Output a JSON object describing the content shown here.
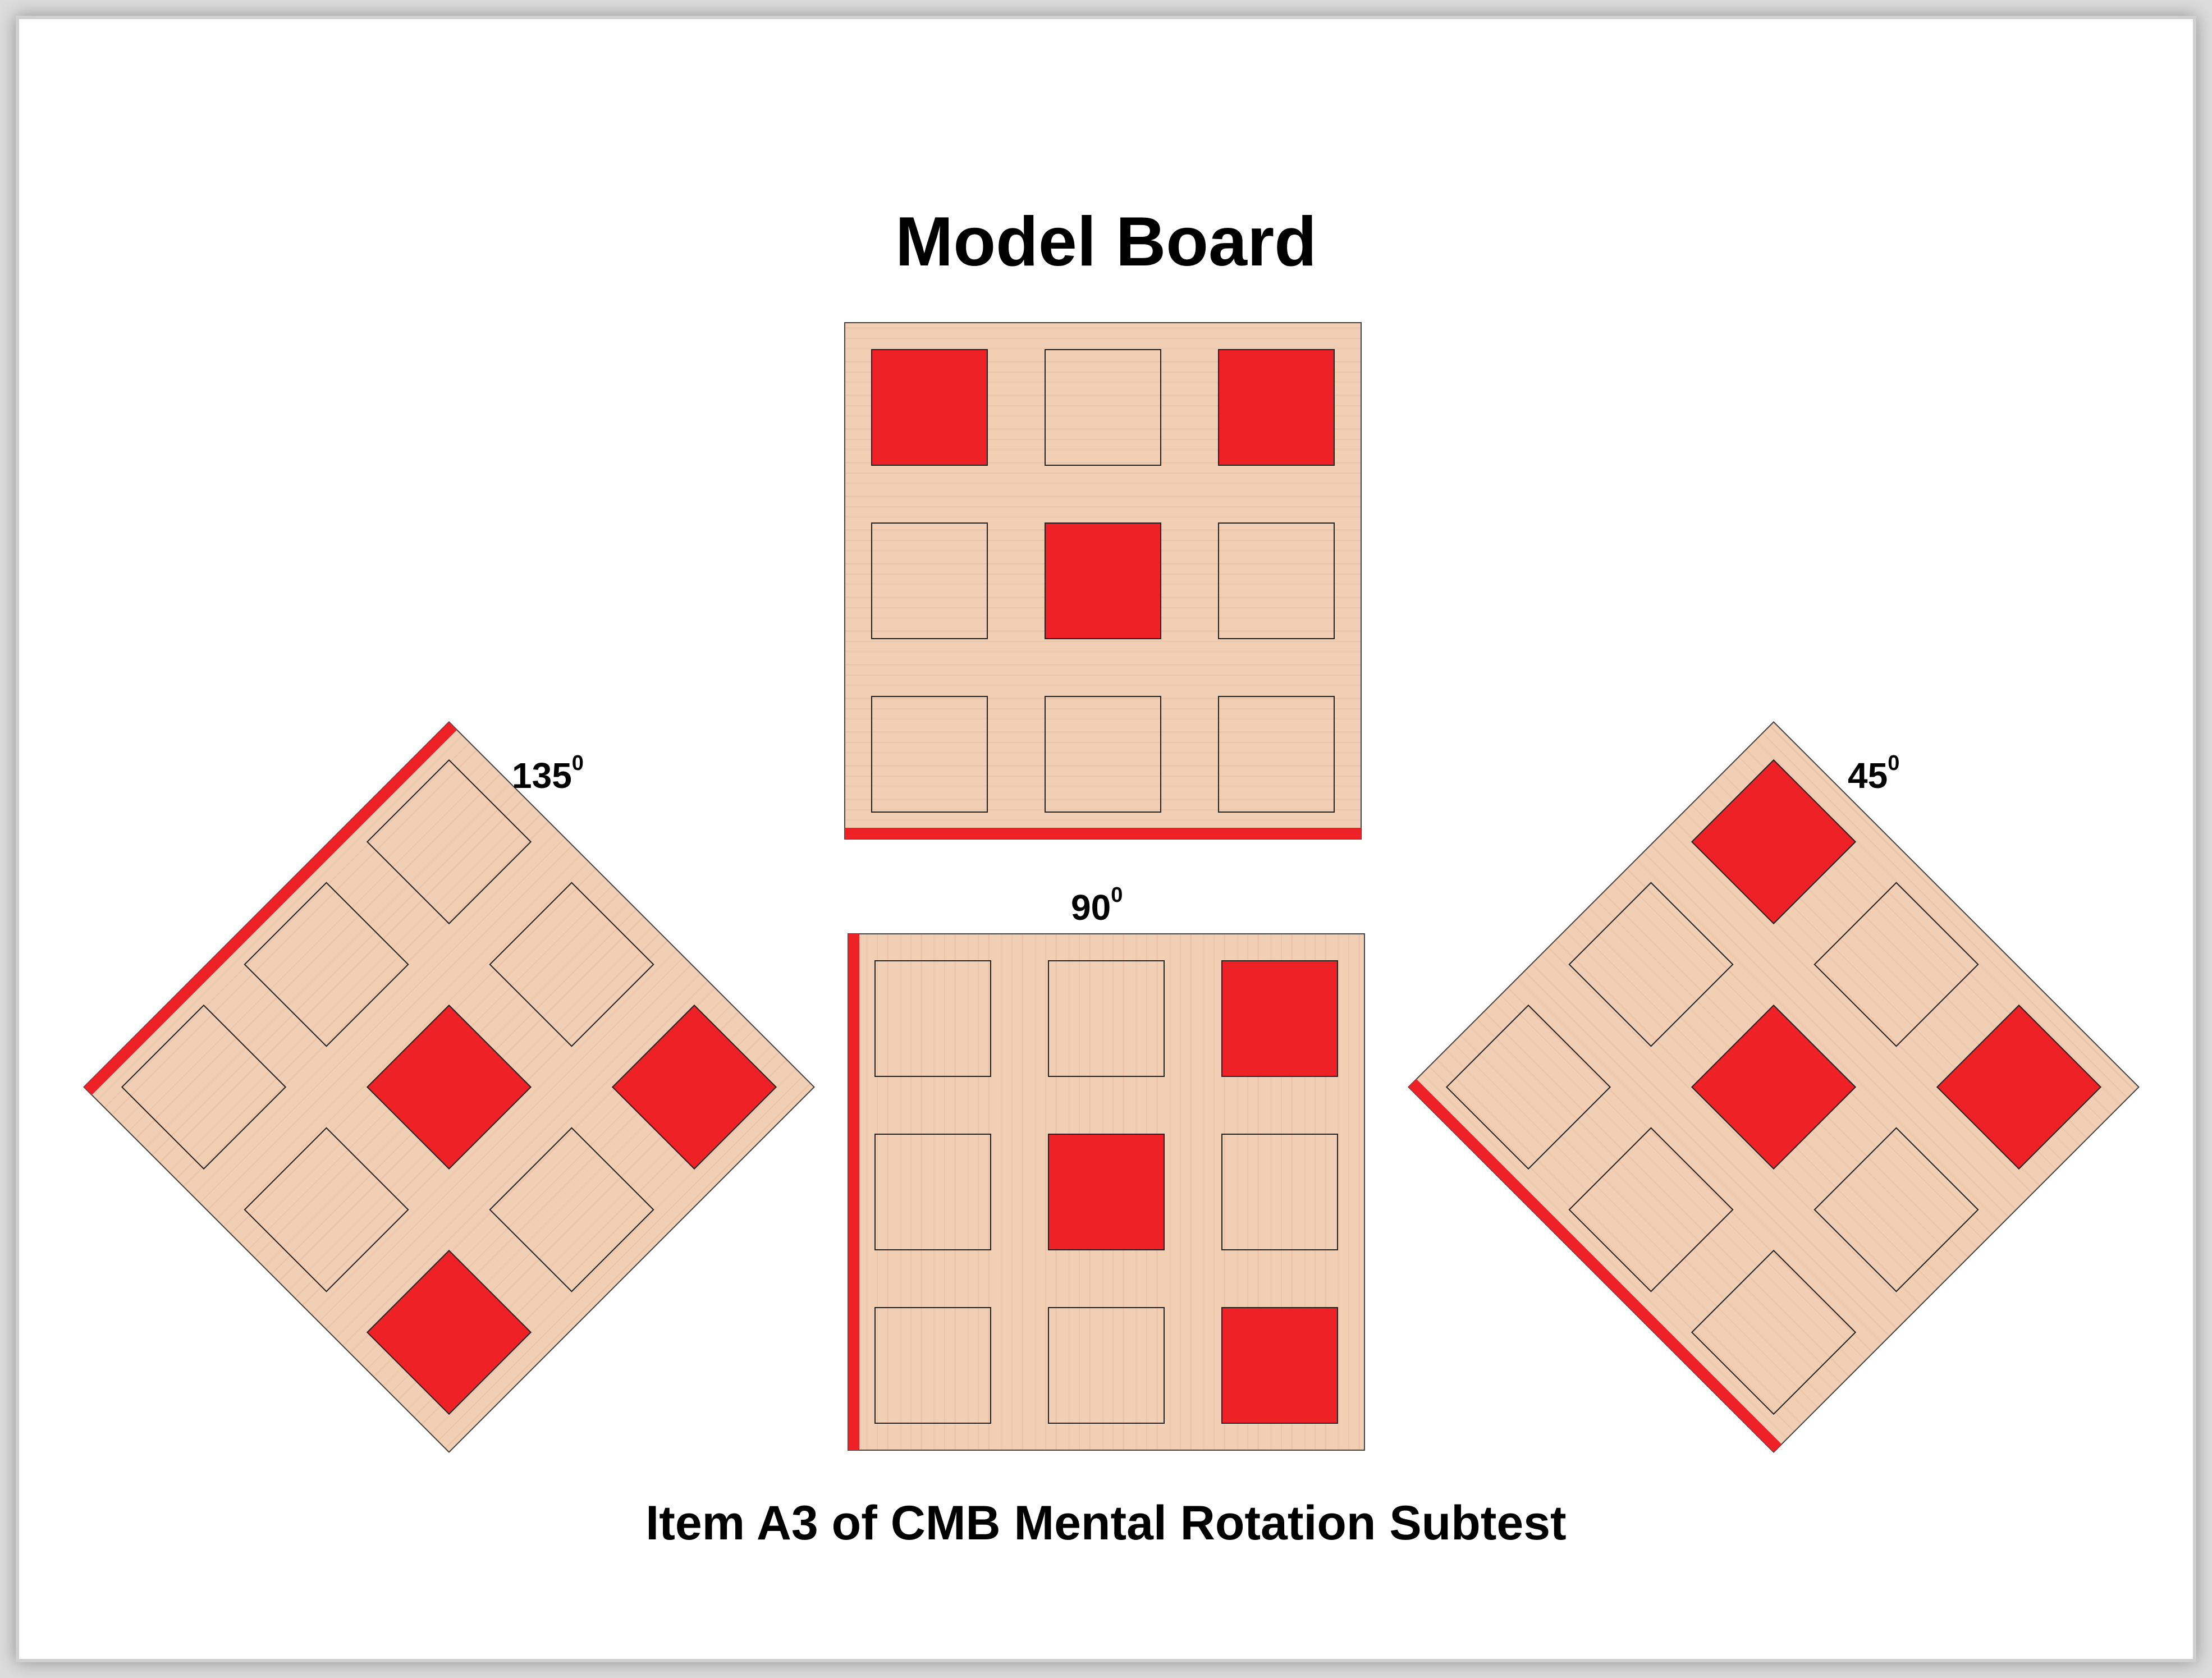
{
  "title": "Model Board",
  "caption": "Item A3 of CMB Mental Rotation Subtest",
  "colors": {
    "wood": "#f1cfb4",
    "wood_grain": "#e0b697",
    "marker": "#ee2127",
    "cell_border": "#222222",
    "board_border": "#444444"
  },
  "boards": [
    {
      "id": "model",
      "rotation_deg": 0,
      "filled": [
        0,
        2,
        4
      ],
      "marked_edge": "bottom"
    },
    {
      "id": "rot-90",
      "angle_label": "90",
      "angle_unit": "0",
      "rotation_deg": 90,
      "filled": [
        0,
        2,
        4
      ],
      "marked_edge": "bottom"
    },
    {
      "id": "rot-135",
      "angle_label": "135",
      "angle_unit": "0",
      "rotation_deg": 135,
      "filled": [
        0,
        2,
        4
      ],
      "marked_edge": "bottom"
    },
    {
      "id": "rot-45",
      "angle_label": "45",
      "angle_unit": "0",
      "rotation_deg": 45,
      "filled": [
        0,
        2,
        4
      ],
      "marked_edge": "bottom"
    }
  ]
}
